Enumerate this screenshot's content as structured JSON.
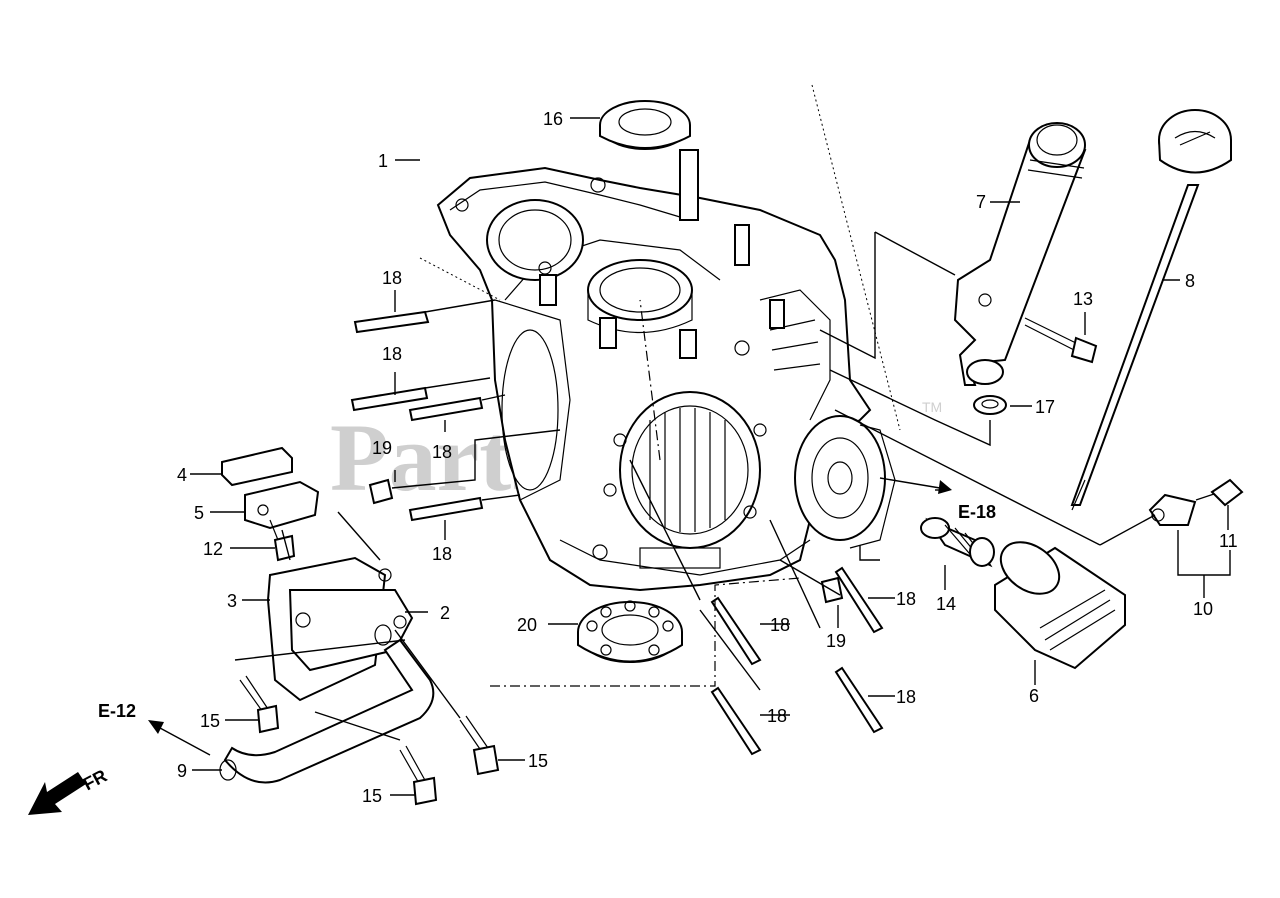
{
  "watermark": {
    "text": "PartsTree",
    "trademark": "TM"
  },
  "refs": {
    "e12": "E-12",
    "e18": "E-18",
    "front": "FR"
  },
  "callouts": {
    "p1": "1",
    "p2": "2",
    "p3": "3",
    "p4": "4",
    "p5": "5",
    "p6": "6",
    "p7": "7",
    "p8": "8",
    "p9": "9",
    "p10": "10",
    "p11": "11",
    "p12": "12",
    "p13": "13",
    "p14": "14",
    "p15a": "15",
    "p15b": "15",
    "p15c": "15",
    "p16": "16",
    "p17": "17",
    "p18a": "18",
    "p18b": "18",
    "p18c": "18",
    "p18d": "18",
    "p18e": "18",
    "p18f": "18",
    "p18g": "18",
    "p18h": "18",
    "p19a": "19",
    "p19b": "19",
    "p20": "20"
  },
  "colors": {
    "line": "#000000",
    "watermark": "#cfcfcf",
    "background": "#ffffff"
  }
}
